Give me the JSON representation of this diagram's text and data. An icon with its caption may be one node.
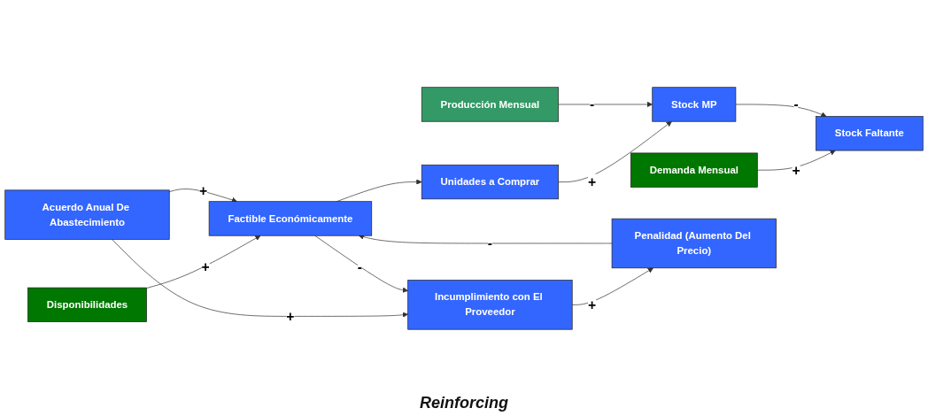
{
  "diagram": {
    "nodes": [
      {
        "text": [
          "Demanda Mensual"
        ]
      },
      {
        "text": [
          "Disponibilidades"
        ]
      },
      {
        "text": [
          "Stock Faltante"
        ]
      },
      {
        "text": [
          "Acuerdo Anual De Abastecimiento"
        ]
      },
      {
        "text": [
          "Factible Económicamente"
        ]
      },
      {
        "text": [
          "Unidades a Comprar"
        ]
      },
      {
        "text": [
          "Stock MP"
        ]
      },
      {
        "text": [
          "Incumplimiento con El Proveedor"
        ]
      },
      {
        "text": [
          "Penalidad (Aumento Del Precio)"
        ]
      },
      {
        "text": [
          "Producción Mensual"
        ]
      }
    ],
    "edges": [
      {
        "from": 0,
        "to": 2,
        "arrow": "to",
        "label": "+"
      },
      {
        "from": 1,
        "to": 4,
        "arrow": "to",
        "label": "+"
      },
      {
        "from": 3,
        "to": 4,
        "arrow": "to",
        "label": "+"
      },
      {
        "from": 4,
        "to": 5,
        "arrow": "to"
      },
      {
        "from": 5,
        "to": 6,
        "arrow": "to",
        "label": "+"
      },
      {
        "from": 6,
        "to": 2,
        "arrow": "to",
        "label": "-"
      },
      {
        "from": 9,
        "to": 6,
        "arrow": "to",
        "label": "-"
      },
      {
        "from": 3,
        "to": 7,
        "arrow": "to",
        "label": "+"
      },
      {
        "from": 4,
        "to": 7,
        "arrow": "to",
        "label": "-"
      },
      {
        "from": 8,
        "to": 4,
        "arrow": "to",
        "label": "-"
      },
      {
        "from": 7,
        "to": 8,
        "arrow": "to",
        "label": "+"
      }
    ],
    "labels": [
      "Reinforcing"
    ]
  }
}
